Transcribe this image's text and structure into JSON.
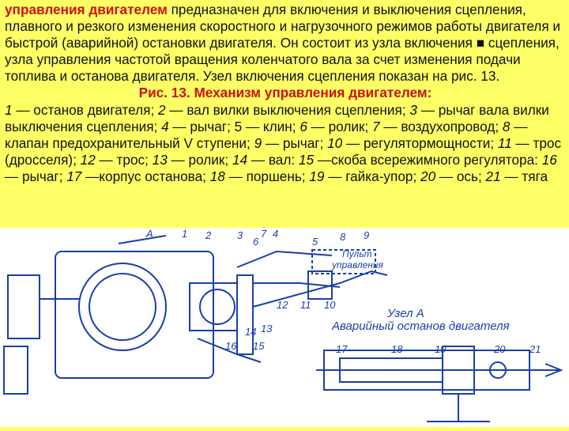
{
  "paragraph": {
    "lead_red": "управления двигателем",
    "body": " предназначен для включения и выключения сцепления, плавного и резкого изменения скоростного и нагрузочного режимов работы двигателя и быстрой (аварийной) остановки двигателя. Он состоит из узла включения ■ сцепления, узла управления частотой вращения коленчатого вала за счет изменения подачи топлива и останова двигателя. Узел включения сцепления показан на рис. 13."
  },
  "caption": "Рис. 13. Механизм управления двигателем:",
  "legend": [
    {
      "n": "1",
      "t": " — останов двигателя; "
    },
    {
      "n": "2",
      "t": " — вал вилки выключения сцепления; "
    },
    {
      "n": "3",
      "t": " — рычаг вала вилки выключения сцепления; "
    },
    {
      "n": "4",
      "t": " — рычаг; 5 — клин; "
    },
    {
      "n": "6",
      "t": " — ролик; "
    },
    {
      "n": "7",
      "t": " — воздухопровод; "
    },
    {
      "n": "8",
      "t": " — клапан предохранительный V ступени; "
    },
    {
      "n": "9",
      "t": " — рычаг; "
    },
    {
      "n": "10",
      "t": " —    регулятормощности; "
    },
    {
      "n": "11",
      "t": " — трос (дросселя); "
    },
    {
      "n": "12",
      "t": " — трос; "
    },
    {
      "n": "13",
      "t": " — ролик; "
    },
    {
      "n": "14",
      "t": " —    вал: "
    },
    {
      "n": "15",
      "t": " —скоба всережимного регулятора: "
    },
    {
      "n": "16",
      "t": " — рычаг; "
    },
    {
      "n": "17",
      "t": " —корпус останова; "
    },
    {
      "n": "18",
      "t": " — поршень; "
    },
    {
      "n": "19",
      "t": " — гайка-упор; "
    },
    {
      "n": "20",
      "t": " — ось; "
    },
    {
      "n": "21",
      "t": " — тяга"
    }
  ],
  "figure": {
    "node_title": "Узел А",
    "node_subtitle": "Аварийный останов двигателя",
    "box_label_1": "Пульт",
    "box_label_2": "управления",
    "callouts": [
      "А",
      "1",
      "2",
      "3",
      "4",
      "5",
      "6",
      "7",
      "8",
      "9",
      "10",
      "11",
      "12",
      "13",
      "14",
      "15",
      "16",
      "17",
      "18",
      "19",
      "20",
      "21"
    ]
  },
  "colors": {
    "background": "#ffff66",
    "accent_red": "#cc1111",
    "drawing_blue": "#1a3fa8",
    "bar_cyan": "#33ddee"
  }
}
